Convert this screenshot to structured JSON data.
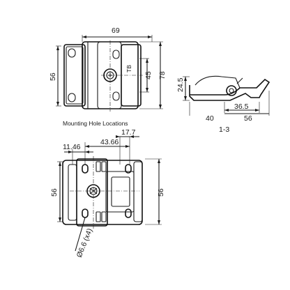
{
  "top_view": {
    "width_dim": "69",
    "height_dim": "56",
    "inner_dim": "45",
    "outer_dim": "78",
    "badge": "TB"
  },
  "side_view": {
    "height_dim": "24.5",
    "dim_a": "36.5",
    "dim_b": "40",
    "dim_c": "56",
    "view_label": "1-3"
  },
  "mounting": {
    "title": "Mounting Hole Locations",
    "dim_top": "17.7",
    "dim_mid": "43.66",
    "dim_left": "11.46",
    "dim_height_left": "56",
    "dim_height_right": "56",
    "hole_note": "Ø6.6 (x4)"
  }
}
